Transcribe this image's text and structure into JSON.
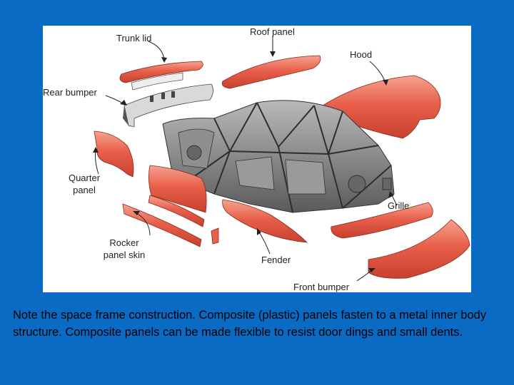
{
  "diagram": {
    "labels": {
      "trunk_lid": "Trunk lid",
      "roof_panel": "Roof panel",
      "hood": "Hood",
      "rear_bumper": "Rear bumper",
      "quarter_panel": "Quarter\npanel",
      "grille": "Grille",
      "rocker_panel_skin": "Rocker\npanel skin",
      "fender": "Fender",
      "front_bumper": "Front bumper"
    },
    "colors": {
      "panel": "#e8604a",
      "panel_light": "#f4a08e",
      "frame": "#7a7a7a",
      "frame_dark": "#4e4e4e",
      "background": "#0a6bc4"
    }
  },
  "caption": {
    "text": "Note the space frame construction.  Composite (plastic) panels fasten to a metal inner body structure.  Composite panels can be made flexible to resist door dings and small dents."
  }
}
